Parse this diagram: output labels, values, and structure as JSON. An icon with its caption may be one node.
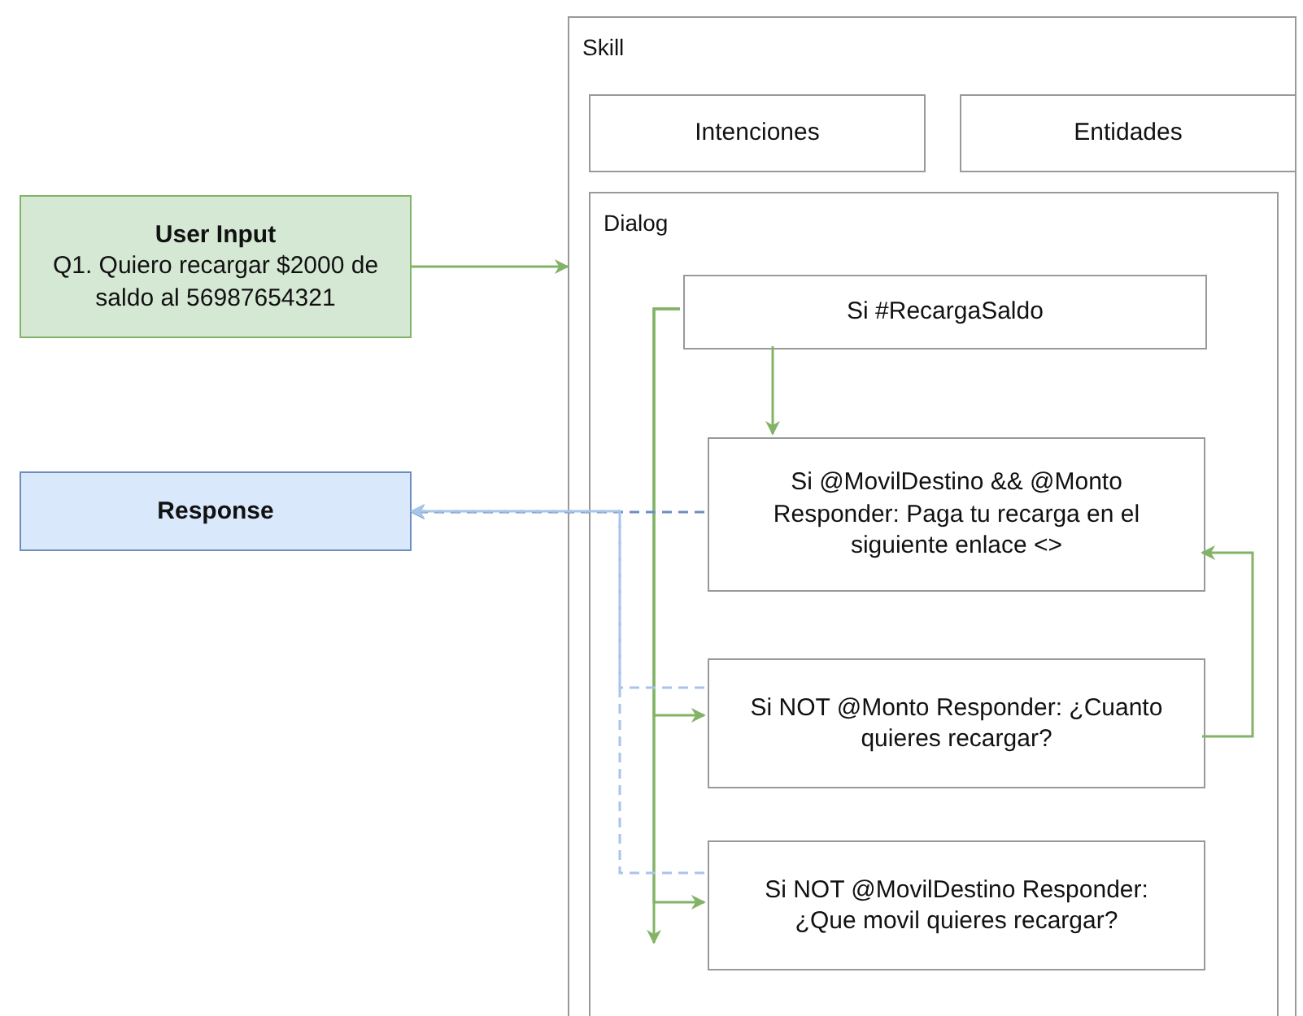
{
  "diagram": {
    "nodes": [
      {
        "text": [
          "Skill"
        ]
      },
      {
        "text": [
          "Intenciones"
        ],
        "in": 0
      },
      {
        "text": [
          "Entidades"
        ],
        "in": 0
      },
      {
        "text": [
          "Dialog"
        ],
        "in": 0
      },
      {
        "text": [
          "Si #RecargaSaldo"
        ],
        "in": 3
      },
      {
        "text": [
          "Si @MovilDestino && @Monto Responder: Paga tu recarga en el siguiente enlace <>"
        ],
        "in": 3
      },
      {
        "text": [
          "Si NOT @Monto Responder: ¿Cuanto quieres recargar?"
        ],
        "in": 3
      },
      {
        "text": [
          "Si NOT @MovilDestino Responder: ¿Que movil quieres recargar?"
        ],
        "in": 3
      },
      {
        "text": [
          "User Input",
          "Q1. Quiero recargar $2000 de saldo al 56987654321"
        ]
      },
      {
        "text": [
          "Response"
        ]
      }
    ],
    "edges": [
      {
        "from": 8,
        "to": 0,
        "arrow": "to"
      },
      {
        "from": 4,
        "to": 5,
        "arrow": "to"
      },
      {
        "from": 4,
        "to": 6,
        "arrow": "to"
      },
      {
        "from": 4,
        "to": 7,
        "arrow": "to"
      },
      {
        "from": 4,
        "to": null,
        "arrow": "to"
      },
      {
        "from": 6,
        "to": 5,
        "arrow": "to"
      },
      {
        "from": 5,
        "to": 9,
        "arrow": "to",
        "style": "dashed",
        "color": "#6c8ebf"
      },
      {
        "from": 6,
        "to": 9,
        "arrow": "to",
        "style": "dashed",
        "color": "#a9c4eb"
      },
      {
        "from": 7,
        "to": 9,
        "arrow": "to",
        "style": "dashed",
        "color": "#a9c4eb"
      }
    ]
  }
}
